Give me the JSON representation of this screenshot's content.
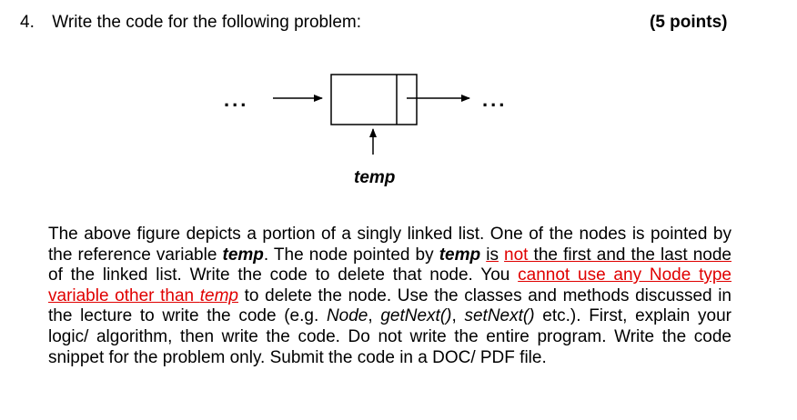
{
  "question": {
    "number": "4.",
    "title": "Write the code for the following problem:",
    "points": "(5 points)"
  },
  "figure": {
    "ellipsis_left": "...",
    "ellipsis_right": "...",
    "pointer_label": "temp"
  },
  "paragraph": {
    "s1": "The above figure depicts a portion of a singly linked list. One of the nodes is pointed by the reference variable ",
    "var1": "temp",
    "s2": ". The node pointed by ",
    "var2": "temp",
    "s3": " ",
    "u_is": "is",
    "s4": " ",
    "u_not": "not",
    "u_first_last": " the first and the last node",
    "s5": " of the linked list. Write the code to delete that node. You ",
    "u_cannot": "cannot use any Node type variable other than ",
    "u_temp": "temp",
    "s6": " to delete the node. Use the classes and methods discussed in the lecture to write the code (e.g. ",
    "ex1": "Node",
    "c1": ", ",
    "ex2": "getNext()",
    "c2": ", ",
    "ex3": "setNext()",
    "s7": " etc.). First, explain your logic/ algorithm, then write the code. Do not write the entire program. Write the code snippet for the problem only. Submit the code in a DOC/ PDF file."
  }
}
